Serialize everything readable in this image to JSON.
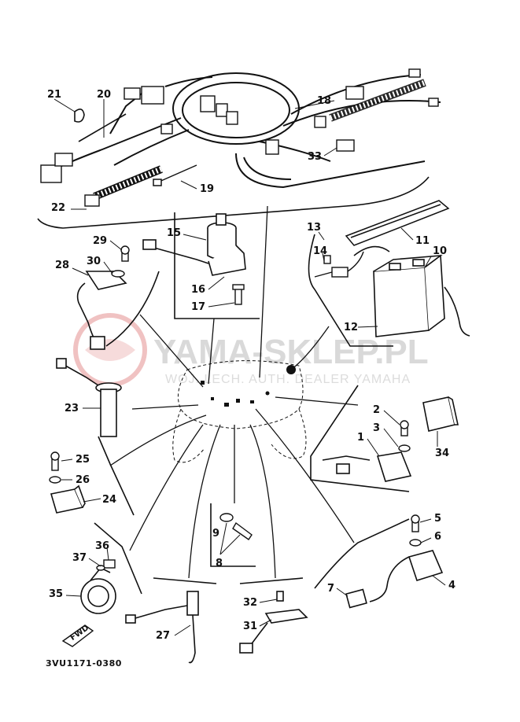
{
  "diagram": {
    "reference_code": "3VU1171-0380",
    "watermark": {
      "brand": "YAMA-SKLEP.PL",
      "tagline": "WOJ. LECH. AUTH. DEALER YAMAHA"
    },
    "direction_marker": "FWD",
    "part_numbers": [
      "1",
      "2",
      "3",
      "4",
      "5",
      "6",
      "7",
      "8",
      "9",
      "10",
      "11",
      "12",
      "13",
      "14",
      "15",
      "16",
      "17",
      "18",
      "19",
      "20",
      "21",
      "22",
      "23",
      "24",
      "25",
      "26",
      "27",
      "28",
      "29",
      "30",
      "31",
      "32",
      "33",
      "34",
      "35",
      "36",
      "37"
    ],
    "colors": {
      "line": "#111111",
      "watermark": "#e07a7a"
    }
  }
}
